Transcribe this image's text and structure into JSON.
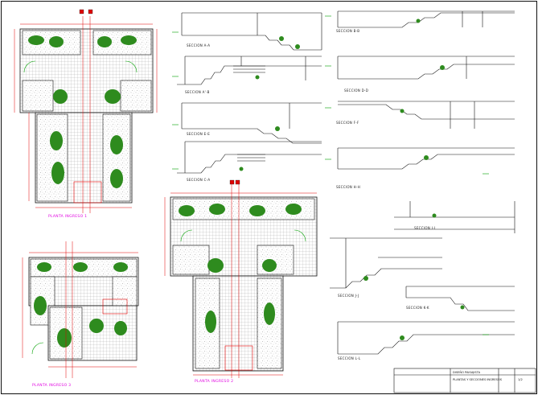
{
  "plans": [
    {
      "label": "PLANTA INGRESO 1"
    },
    {
      "label": "PLANTA INGRESO 2"
    },
    {
      "label": "PLANTA INGRESO 3"
    }
  ],
  "sections": [
    {
      "label": "SECCION A-A"
    },
    {
      "label": "SECCION A'-B"
    },
    {
      "label": "SECCION E-E"
    },
    {
      "label": "SECCION C-A"
    },
    {
      "label": "SECCION B-B"
    },
    {
      "label": "SECCION D-D"
    },
    {
      "label": "SECCION F-F"
    },
    {
      "label": "SECCION H-H"
    },
    {
      "label": "SECCION I-I"
    },
    {
      "label": "SECCION J-J"
    },
    {
      "label": "SECCION K-K"
    },
    {
      "label": "SECCION L-L"
    }
  ],
  "title_block": {
    "project": "DISEÑO PAISAJISTA",
    "subtitle": "PLANTAS Y SECCIONES INGRESOS",
    "sheet": "1/2"
  },
  "colors": {
    "paving": "#b8b8b8",
    "planting": "#2e8b1e",
    "dimension": "#e00000",
    "annotation": "#00a000",
    "plan_label": "#e000e0"
  }
}
